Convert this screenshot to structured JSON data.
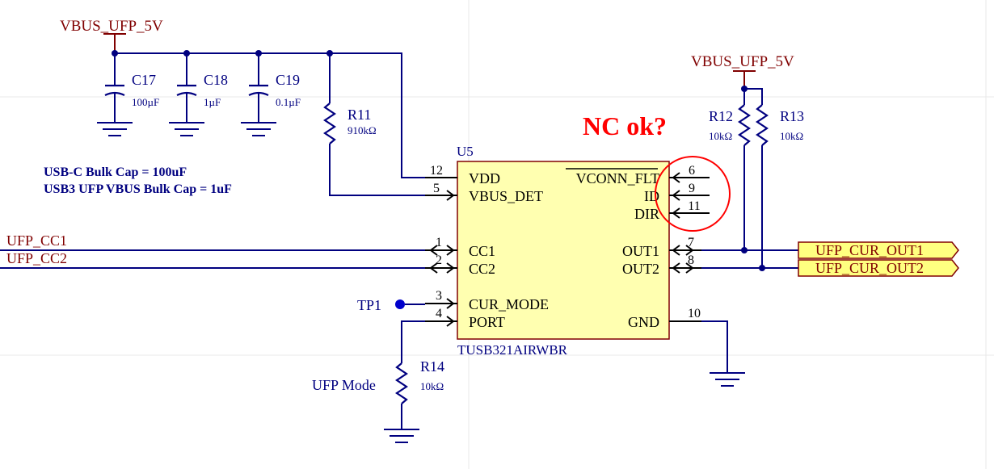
{
  "power": {
    "left": "VBUS_UFP_5V",
    "right": "VBUS_UFP_5V"
  },
  "caps": [
    {
      "ref": "C17",
      "value": "100µF"
    },
    {
      "ref": "C18",
      "value": "1µF"
    },
    {
      "ref": "C19",
      "value": "0.1µF"
    }
  ],
  "resistors": [
    {
      "ref": "R11",
      "value": "910kΩ"
    },
    {
      "ref": "R12",
      "value": "10kΩ"
    },
    {
      "ref": "R13",
      "value": "10kΩ"
    },
    {
      "ref": "R14",
      "value": "10kΩ"
    }
  ],
  "notes": {
    "line1": "USB-C Bulk Cap = 100uF",
    "line2": "USB3 UFP VBUS Bulk Cap = 1uF",
    "nc": "NC ok?"
  },
  "ic": {
    "ref": "U5",
    "part": "TUSB321AIRWBR",
    "left_pins": [
      {
        "num": "12",
        "name": "VDD"
      },
      {
        "num": "5",
        "name": "VBUS_DET"
      },
      {
        "num": "1",
        "name": "CC1"
      },
      {
        "num": "2",
        "name": "CC2"
      },
      {
        "num": "3",
        "name": "CUR_MODE"
      },
      {
        "num": "4",
        "name": "PORT"
      }
    ],
    "right_pins": [
      {
        "num": "6",
        "name": "VCONN_FLT"
      },
      {
        "num": "9",
        "name": "ID"
      },
      {
        "num": "11",
        "name": "DIR"
      },
      {
        "num": "7",
        "name": "OUT1"
      },
      {
        "num": "8",
        "name": "OUT2"
      },
      {
        "num": "10",
        "name": "GND"
      }
    ]
  },
  "nets": {
    "cc1": "UFP_CC1",
    "cc2": "UFP_CC2",
    "out1": "UFP_CUR_OUT1",
    "out2": "UFP_CUR_OUT2"
  },
  "testpoint": "TP1",
  "ufp_mode": "UFP Mode",
  "colors": {
    "wire": "#00007f",
    "ic_fill": "#ffffb0",
    "port_fill": "#ffff80",
    "power": "#800000",
    "nc_highlight": "#ff0000"
  }
}
